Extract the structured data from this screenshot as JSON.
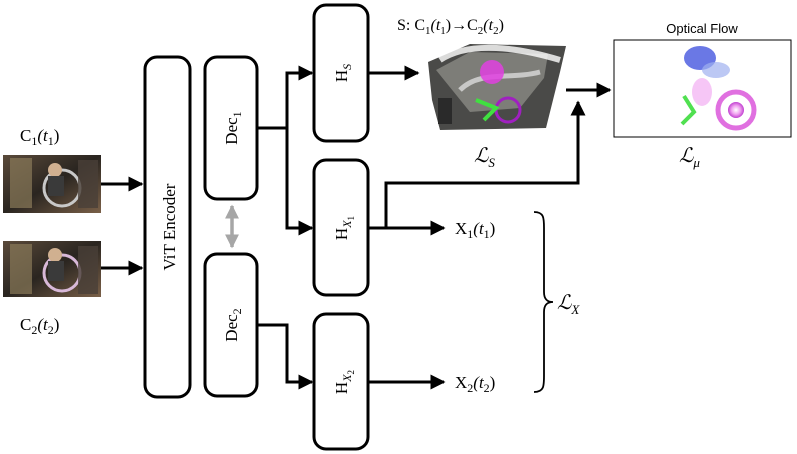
{
  "inputs": {
    "c1_label": "C",
    "c1_sub": "1",
    "c1_time": "(t",
    "c1_time_sub": "1",
    "c1_close": ")",
    "c2_label": "C",
    "c2_sub": "2",
    "c2_time": "(t",
    "c2_time_sub": "2",
    "c2_close": ")"
  },
  "encoder": {
    "label": "ViT Encoder"
  },
  "decoders": {
    "dec1_label": "Dec",
    "dec1_sub": "1",
    "dec2_label": "Dec",
    "dec2_sub": "2"
  },
  "heads": {
    "hs_label": "H",
    "hs_sub": "S",
    "hx1_label": "H",
    "hx1_sub": "X",
    "hx1_subsub": "1",
    "hx2_label": "H",
    "hx2_sub": "X",
    "hx2_subsub": "2"
  },
  "scene_flow": {
    "prefix": "S: C",
    "c1_sub": "1",
    "t1": "(t",
    "t1_sub": "1",
    "close1": ")",
    "arrow": "→",
    "c2": "C",
    "c2_sub": "2",
    "t2": "(t",
    "t2_sub": "2",
    "close2": ")"
  },
  "optical_flow": {
    "title": "Optical Flow"
  },
  "losses": {
    "ls": "ℒ",
    "ls_sub": "S",
    "lmu": "ℒ",
    "lmu_sub": "μ",
    "lx": "ℒ",
    "lx_sub": "X"
  },
  "outputs": {
    "x1": "X",
    "x1_sub": "1",
    "x1_time": "(t",
    "x1_time_sub": "1",
    "x1_close": ")",
    "x2": "X",
    "x2_sub": "2",
    "x2_time": "(t",
    "x2_time_sub": "2",
    "x2_close": ")"
  }
}
